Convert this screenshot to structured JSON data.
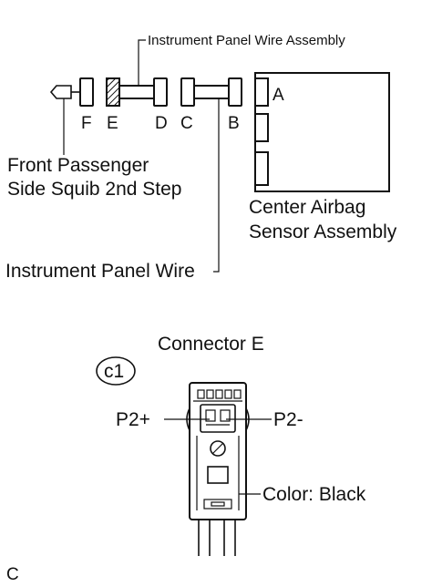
{
  "labels": {
    "instrument_panel_wire_assembly": "Instrument Panel Wire Assembly",
    "connector_f": "F",
    "connector_e": "E",
    "connector_d": "D",
    "connector_c": "C",
    "connector_b": "B",
    "connector_a": "A",
    "front_passenger_line1": "Front Passenger",
    "front_passenger_line2": "Side Squib 2nd Step",
    "center_airbag_line1": "Center Airbag",
    "center_airbag_line2": "Sensor Assembly",
    "instrument_panel_wire": "Instrument Panel Wire"
  },
  "connector_view": {
    "title": "Connector E",
    "code": "c1",
    "pin_left": "P2+",
    "pin_right": "P2-",
    "color_label": "Color: Black"
  },
  "corner_label": "C",
  "colors": {
    "ink": "#111111",
    "background": "#ffffff"
  }
}
